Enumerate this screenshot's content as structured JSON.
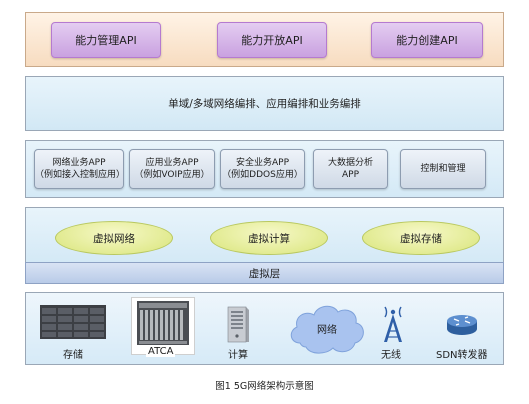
{
  "api_layer": {
    "items": [
      "能力管理API",
      "能力开放API",
      "能力创建API"
    ]
  },
  "orchestration_layer": {
    "label": "单域/多域网络编排、应用编排和业务编排"
  },
  "app_layer": {
    "items": [
      {
        "line1": "网络业务APP",
        "line2": "（例如接入控制应用）"
      },
      {
        "line1": "应用业务APP",
        "line2": "（例如VOIP应用）"
      },
      {
        "line1": "安全业务APP",
        "line2": "（例如DDOS应用）"
      },
      {
        "line1": "大数据分析",
        "line2": "APP"
      },
      {
        "line1": "控制和管理",
        "line2": ""
      }
    ]
  },
  "virtualization_layer": {
    "items": [
      "虚拟网络",
      "虚拟计算",
      "虚拟存储"
    ],
    "bar_label": "虚拟层"
  },
  "hardware_layer": {
    "items": [
      {
        "label": "存储",
        "icon": "storage-array-icon"
      },
      {
        "label": "ATCA",
        "icon": "atca-chassis-icon"
      },
      {
        "label": "计算",
        "icon": "server-tower-icon"
      },
      {
        "label": "网络",
        "icon": "network-cloud-icon"
      },
      {
        "label": "无线",
        "icon": "radio-tower-icon"
      },
      {
        "label": "SDN转发器",
        "icon": "router-icon"
      }
    ]
  },
  "caption": "图1  5G网络架构示意图",
  "colors": {
    "api_button": "#c9a1e0",
    "api_layer_bg": "#f7dcc0",
    "layer_bg": "#d4e9f6",
    "ellipse": "#d9e57a",
    "virtual_bar": "#b9cbe8"
  }
}
